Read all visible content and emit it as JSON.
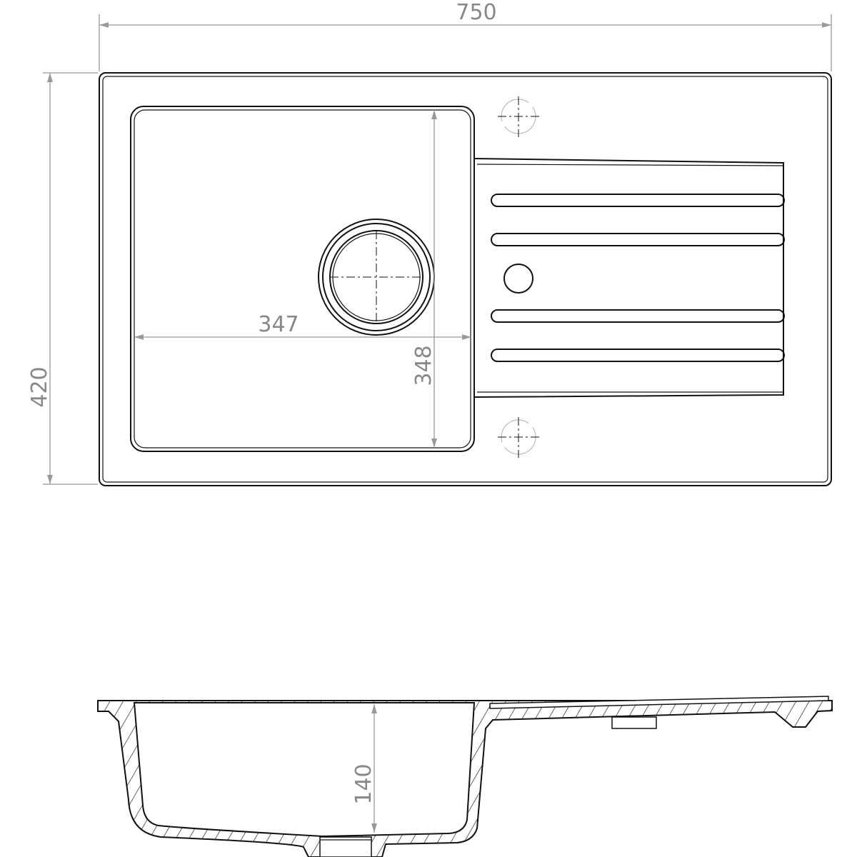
{
  "drawing": {
    "title": "Sink with drainer - technical drawing",
    "dimensions": {
      "overall_width": "750",
      "overall_depth": "420",
      "bowl_width": "347",
      "bowl_length": "348",
      "bowl_depth": "140"
    },
    "colors": {
      "line": "#111111",
      "dimension": "#888888"
    }
  }
}
